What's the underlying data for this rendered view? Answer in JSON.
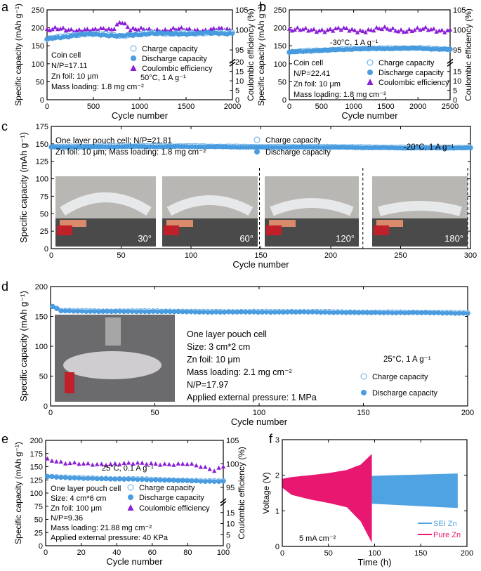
{
  "colors": {
    "charge": "#5aa8e8",
    "charge_fill": "#ffffff",
    "discharge": "#4a9de0",
    "ce": "#8a1fd6",
    "sei": "#4fa3e3",
    "pure": "#e8176f",
    "axis": "#000000"
  },
  "chart_data": [
    {
      "panel": "a",
      "type": "scatter",
      "xlabel": "Cycle number",
      "ylabel": "Specific capacity (mAh g⁻¹)",
      "y2label": "Coulombic efficiency (%)",
      "xlim": [
        0,
        2000
      ],
      "ylim": [
        0,
        250
      ],
      "y2break": [
        20,
        92
      ],
      "xticks": [
        "0",
        "500",
        "1000",
        "1500",
        "2000"
      ],
      "yticks": [
        "0",
        "50",
        "100",
        "150",
        "200",
        "250"
      ],
      "y2ticks_low": [
        "0",
        "5",
        "10",
        "15",
        "20"
      ],
      "y2ticks_high": [
        "95",
        "100",
        "105"
      ],
      "legend": [
        "Charge capacity",
        "Discharge capacity",
        "Coulombic efficiency"
      ],
      "notes": [
        "Coin cell",
        "N/P=17.11",
        "Zn foil: 10 μm",
        "Mass loading: 1.8 mg cm⁻²"
      ],
      "condition": "50°C, 1 A g⁻¹",
      "series": [
        {
          "name": "Charge capacity",
          "x": [
            0,
            100,
            200,
            300,
            400,
            500,
            600,
            700,
            800,
            900,
            1000,
            1100,
            1200,
            1300,
            1400,
            1500,
            1600,
            1700,
            1800,
            1900,
            2000
          ],
          "y": [
            170,
            174,
            177,
            180,
            183,
            183,
            182,
            180,
            178,
            180,
            182,
            186,
            186,
            184,
            184,
            185,
            185,
            186,
            186,
            186,
            186
          ]
        },
        {
          "name": "Discharge capacity",
          "x": [
            0,
            100,
            200,
            300,
            400,
            500,
            600,
            700,
            800,
            900,
            1000,
            1100,
            1200,
            1300,
            1400,
            1500,
            1600,
            1700,
            1800,
            1900,
            2000
          ],
          "y": [
            168,
            172,
            176,
            179,
            182,
            182,
            181,
            179,
            177,
            179,
            181,
            185,
            185,
            183,
            183,
            184,
            184,
            185,
            185,
            185,
            185
          ]
        },
        {
          "name": "Coulombic efficiency",
          "x": [
            0,
            100,
            200,
            300,
            400,
            500,
            600,
            700,
            800,
            900,
            1000,
            1100,
            1200,
            1300,
            1400,
            1500,
            1600,
            1700,
            1800,
            1900,
            2000
          ],
          "y": [
            100,
            100.1,
            99.9,
            100,
            100.2,
            99.8,
            100,
            100.1,
            102.5,
            100,
            99.9,
            100,
            100.1,
            99.9,
            100,
            100,
            100.1,
            99.9,
            100,
            100,
            100
          ]
        }
      ]
    },
    {
      "panel": "b",
      "type": "scatter",
      "xlabel": "Cycle number",
      "ylabel": "Specific capacity (mAh g⁻¹)",
      "y2label": "Coulombic efficiency (%)",
      "xlim": [
        0,
        2500
      ],
      "ylim": [
        0,
        250
      ],
      "y2break": [
        20,
        92
      ],
      "xticks": [
        "0",
        "500",
        "1000",
        "1500",
        "2000",
        "2500"
      ],
      "yticks": [
        "0",
        "50",
        "100",
        "150",
        "200",
        "250"
      ],
      "y2ticks_low": [
        "0",
        "5",
        "10",
        "15"
      ],
      "y2ticks_high": [
        "95",
        "100",
        "105"
      ],
      "legend": [
        "Charge capacity",
        "Discharge capacity",
        "Coulombic efficiency"
      ],
      "notes": [
        "Coin cell",
        "N/P=22.41",
        "Zn foil: 10 μm",
        "Mass loading: 1.8 mg cm⁻²"
      ],
      "condition": "-30°C, 1 A g⁻¹",
      "series": [
        {
          "name": "Charge capacity",
          "x": [
            0,
            250,
            500,
            750,
            1000,
            1250,
            1500,
            1750,
            2000,
            2250,
            2500
          ],
          "y": [
            133,
            136,
            138,
            140,
            142,
            143,
            143,
            144,
            144,
            142,
            141
          ]
        },
        {
          "name": "Discharge capacity",
          "x": [
            0,
            250,
            500,
            750,
            1000,
            1250,
            1500,
            1750,
            2000,
            2250,
            2500
          ],
          "y": [
            132,
            135,
            137,
            139,
            141,
            142,
            142,
            143,
            143,
            141,
            140
          ]
        },
        {
          "name": "Coulombic efficiency",
          "x": [
            0,
            250,
            500,
            750,
            1000,
            1250,
            1500,
            1750,
            2000,
            2250,
            2500
          ],
          "y": [
            100,
            99.8,
            100.1,
            100,
            99.9,
            100,
            100.1,
            100,
            99.9,
            100,
            100
          ]
        }
      ]
    },
    {
      "panel": "c",
      "type": "scatter",
      "xlabel": "Cycle number",
      "ylabel": "Specific capacity (mAh g⁻¹)",
      "xlim": [
        0,
        300
      ],
      "ylim": [
        0,
        175
      ],
      "xticks": [
        "0",
        "50",
        "100",
        "150",
        "200",
        "250",
        "300"
      ],
      "yticks": [
        "0",
        "25",
        "50",
        "75",
        "100",
        "125",
        "150",
        "175"
      ],
      "legend": [
        "Charge capacity",
        "Discharge capacity"
      ],
      "notes": [
        "One layer pouch cell;  N/P=21.81",
        "Zn foil: 10 μm; Mass loading: 1.8 mg cm⁻²"
      ],
      "condition": "-20°C, 1 A g⁻¹",
      "bend_angles": [
        "30°",
        "60°",
        "120°",
        "180°"
      ],
      "series": [
        {
          "name": "Charge capacity",
          "x": [
            0,
            50,
            100,
            150,
            200,
            250,
            300
          ],
          "y": [
            146,
            147,
            147,
            146,
            146,
            145,
            145
          ]
        },
        {
          "name": "Discharge capacity",
          "x": [
            0,
            50,
            100,
            150,
            200,
            250,
            300
          ],
          "y": [
            145,
            146,
            146,
            145,
            145,
            144,
            144
          ]
        }
      ]
    },
    {
      "panel": "d",
      "type": "scatter",
      "xlabel": "Cycle number",
      "ylabel": "Specific capacity (mAh g⁻¹)",
      "xlim": [
        0,
        200
      ],
      "ylim": [
        0,
        200
      ],
      "xticks": [
        "0",
        "50",
        "100",
        "150",
        "200"
      ],
      "yticks": [
        "0",
        "50",
        "100",
        "150",
        "200"
      ],
      "legend": [
        "Charge capacity",
        "Discharge capacity"
      ],
      "notes": [
        "One layer pouch cell",
        "Size: 3 cm*2 cm",
        "Zn foil: 10 μm",
        "Mass loading: 2.1 mg cm⁻²",
        "N/P=17.97",
        "Applied external pressure: 1 MPa"
      ],
      "condition": "25°C, 1 A g⁻¹",
      "series": [
        {
          "name": "Charge capacity",
          "x": [
            1,
            5,
            25,
            50,
            75,
            100,
            125,
            150,
            175,
            200
          ],
          "y": [
            167,
            160,
            159,
            159,
            158,
            158,
            158,
            157,
            157,
            156
          ]
        },
        {
          "name": "Discharge capacity",
          "x": [
            1,
            5,
            25,
            50,
            75,
            100,
            125,
            150,
            175,
            200
          ],
          "y": [
            166,
            159,
            158,
            158,
            157,
            157,
            157,
            156,
            156,
            155
          ]
        }
      ]
    },
    {
      "panel": "e",
      "type": "scatter",
      "xlabel": "Cycle number",
      "ylabel": "Specific capacity (mAh g⁻¹)",
      "y2label": "Coulombic efficiency (%)",
      "xlim": [
        0,
        100
      ],
      "ylim": [
        0,
        200
      ],
      "y2break": [
        20,
        92
      ],
      "xticks": [
        "0",
        "20",
        "40",
        "60",
        "80",
        "100"
      ],
      "yticks": [
        "0",
        "25",
        "50",
        "75",
        "100",
        "125",
        "150",
        "175",
        "200"
      ],
      "y2ticks_low": [
        "0",
        "5",
        "10",
        "15"
      ],
      "y2ticks_high": [
        "95",
        "100",
        "105"
      ],
      "legend": [
        "Charge capacity",
        "Discharge capacity",
        "Coulombic efficiency"
      ],
      "notes": [
        "One layer pouch cell",
        "Size: 4 cm*6 cm",
        "Zn foil: 100 μm",
        "N/P=9.36",
        "Mass loading: 21.88 mg cm⁻²",
        "Applied external pressure: 40 KPa"
      ],
      "condition": "25°C, 0.1 A g⁻¹",
      "series": [
        {
          "name": "Charge capacity",
          "x": [
            1,
            10,
            20,
            30,
            40,
            50,
            60,
            70,
            80,
            90,
            100
          ],
          "y": [
            132,
            130,
            129,
            128,
            127,
            127,
            126,
            125,
            124,
            123,
            123
          ]
        },
        {
          "name": "Discharge capacity",
          "x": [
            1,
            10,
            20,
            30,
            40,
            50,
            60,
            70,
            80,
            90,
            100
          ],
          "y": [
            131,
            129,
            128,
            127,
            126,
            126,
            125,
            124,
            123,
            122,
            122
          ]
        },
        {
          "name": "Coulombic efficiency",
          "x": [
            1,
            10,
            20,
            30,
            40,
            50,
            60,
            70,
            80,
            90,
            95,
            100
          ],
          "y": [
            101,
            100,
            100,
            100,
            100,
            100,
            100,
            100,
            100,
            99,
            98.5,
            99.5
          ]
        }
      ]
    },
    {
      "panel": "f",
      "type": "area",
      "xlabel": "Time (h)",
      "ylabel": "Voltage (V)",
      "xlim": [
        0,
        200
      ],
      "ylim": [
        0,
        3
      ],
      "xticks": [
        "0",
        "50",
        "100",
        "150",
        "200"
      ],
      "yticks": [
        "0",
        "1",
        "2",
        "3"
      ],
      "legend": [
        "SEI Zn",
        "Pure Zn"
      ],
      "condition": "5 mA cm⁻²",
      "series": [
        {
          "name": "SEI Zn",
          "x": [
            97,
            120,
            150,
            190
          ],
          "upper": [
            1.98,
            2.0,
            2.02,
            2.05
          ],
          "lower": [
            1.2,
            1.17,
            1.13,
            1.08
          ]
        },
        {
          "name": "Pure Zn",
          "x": [
            0,
            10,
            30,
            50,
            70,
            85,
            97
          ],
          "upper": [
            1.9,
            1.95,
            2.0,
            2.06,
            2.15,
            2.3,
            2.6
          ],
          "lower": [
            1.65,
            1.45,
            1.32,
            1.22,
            1.1,
            0.7,
            0.1
          ]
        }
      ]
    }
  ]
}
